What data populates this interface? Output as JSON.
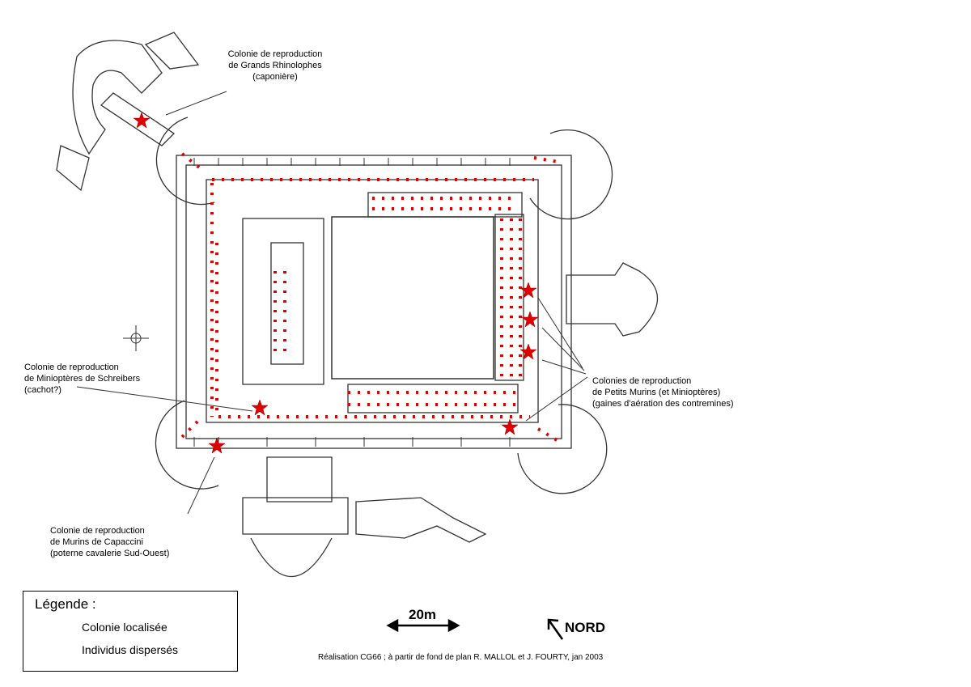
{
  "annotations": {
    "grands_rhinolophes": [
      "Colonie de reproduction",
      "de Grands Rhinolophes",
      "(caponière)"
    ],
    "miniopteres": [
      "Colonie de reproduction",
      "de Minioptères de Schreibers",
      "(cachot?)"
    ],
    "capaccini": [
      "Colonie de reproduction",
      "de Murins de Capaccini",
      "(poterne cavalerie Sud-Ouest)"
    ],
    "petits_murins": [
      "Colonies de reproduction",
      "de Petits Murins (et Minioptères)",
      "(gaines d'aération des contremines)"
    ]
  },
  "legend": {
    "title": "Légende :",
    "colony_label": "Colonie localisée",
    "dispersed_label": "Individus dispersés"
  },
  "scale": {
    "label": "20m"
  },
  "north": {
    "label": "NORD"
  },
  "credit": "Réalisation CG66 ; à partir de fond de plan R. MALLOL et J. FOURTY, jan 2003",
  "colors": {
    "marker": "#e00000",
    "plan_line": "#333333",
    "annotation_line": "#333333"
  },
  "markers": {
    "colonies": [
      {
        "name": "Grands Rhinolophes"
      },
      {
        "name": "Petits Murins 1"
      },
      {
        "name": "Petits Murins 2"
      },
      {
        "name": "Petits Murins 3"
      },
      {
        "name": "Petits Murins 4"
      },
      {
        "name": "Minioptères de Schreibers"
      },
      {
        "name": "Murins de Capaccini"
      }
    ]
  }
}
